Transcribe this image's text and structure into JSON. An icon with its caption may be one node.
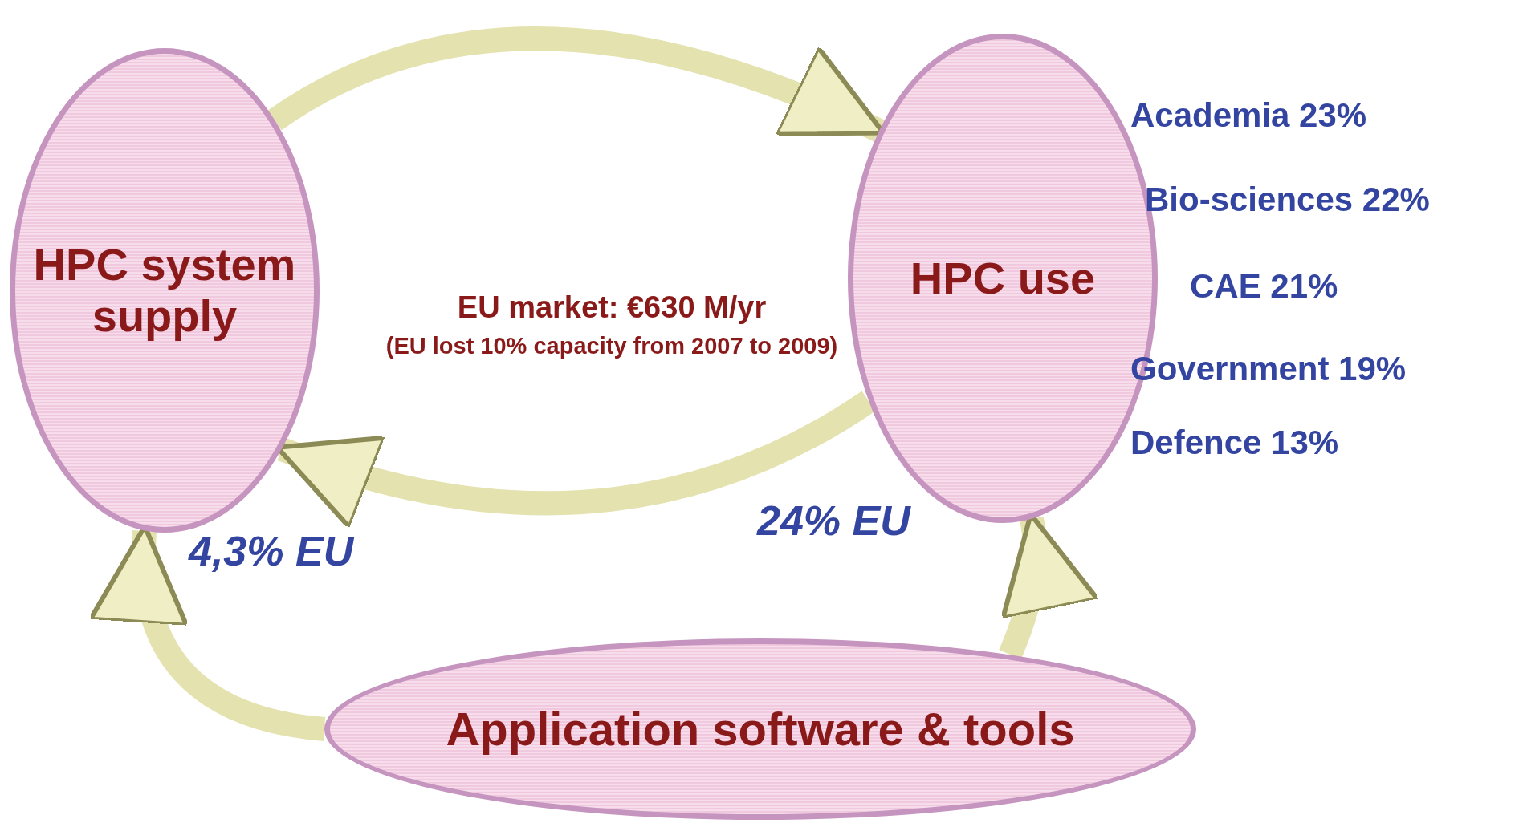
{
  "diagram": {
    "nodes": [
      {
        "text": [
          "HPC system supply"
        ],
        "beside": [
          "4,3% EU"
        ]
      },
      {
        "text": [
          "HPC use"
        ],
        "beside": [
          "24% EU"
        ]
      },
      {
        "text": [
          "Application software & tools"
        ]
      }
    ],
    "edges": [
      {
        "from": 0,
        "to": 1,
        "arrow": "to"
      },
      {
        "from": 1,
        "to": 0,
        "arrow": "to"
      },
      {
        "from": 2,
        "to": 0,
        "arrow": "to"
      },
      {
        "from": 2,
        "to": 1,
        "arrow": "to"
      }
    ],
    "labels": [
      "Academia 23%",
      "Bio-sciences 22%",
      "CAE 21%",
      "Government 19%",
      "Defence 13%",
      "EU market: €630 M/yr",
      "(EU lost 10% capacity from 2007 to 2009)"
    ]
  }
}
